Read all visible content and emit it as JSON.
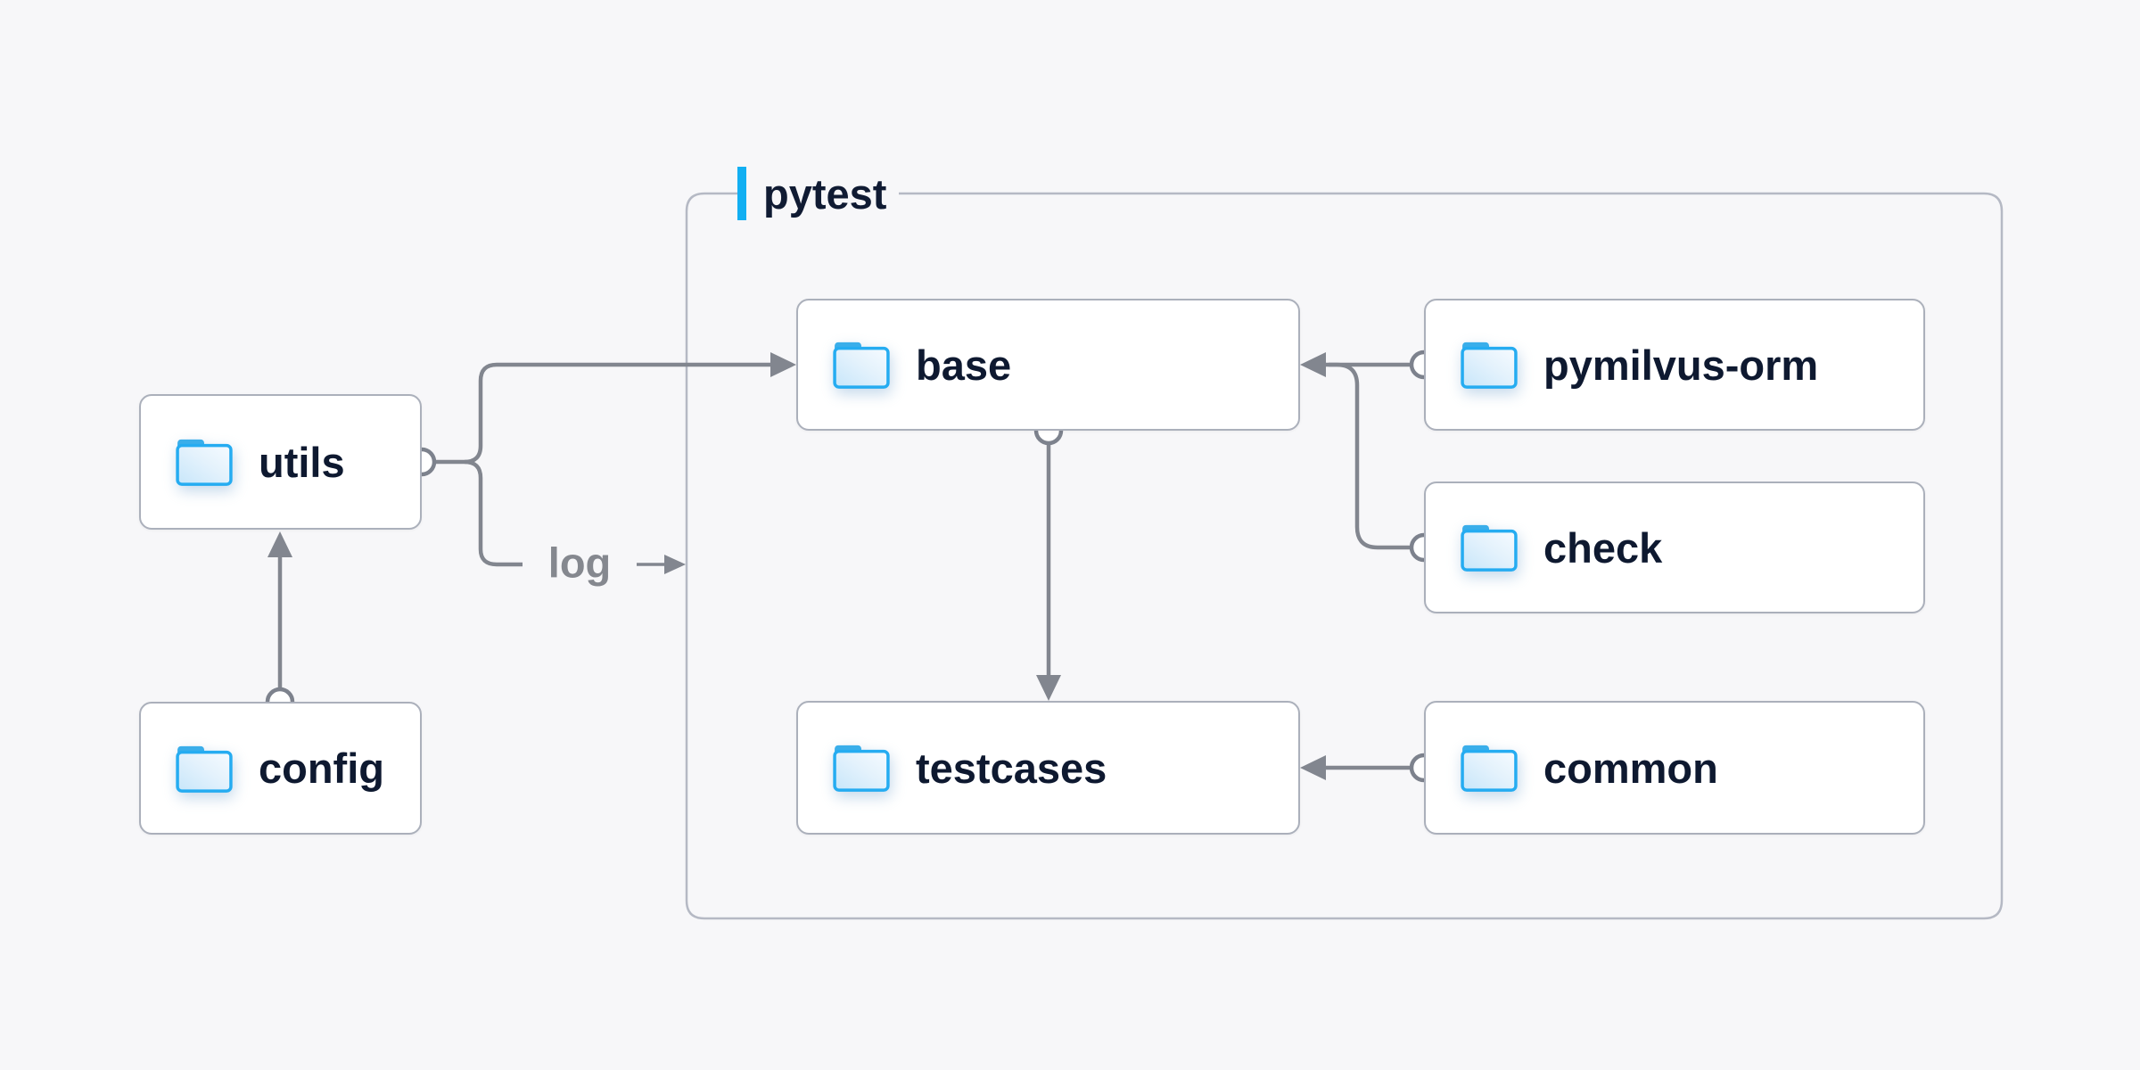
{
  "diagram": {
    "title_group": {
      "label": "pytest"
    },
    "nodes": [
      {
        "id": "utils",
        "label": "utils"
      },
      {
        "id": "config",
        "label": "config"
      },
      {
        "id": "base",
        "label": "base"
      },
      {
        "id": "pymilvus-orm",
        "label": "pymilvus-orm"
      },
      {
        "id": "check",
        "label": "check"
      },
      {
        "id": "testcases",
        "label": "testcases"
      },
      {
        "id": "common",
        "label": "common"
      }
    ],
    "edge_labels": {
      "log": "log"
    },
    "edges": [
      {
        "from": "utils",
        "to": "base"
      },
      {
        "from": "utils",
        "to": "pytest",
        "label": "log"
      },
      {
        "from": "config",
        "to": "utils"
      },
      {
        "from": "base",
        "to": "testcases"
      },
      {
        "from": "pymilvus-orm",
        "to": "base"
      },
      {
        "from": "check",
        "to": "base"
      },
      {
        "from": "common",
        "to": "testcases"
      }
    ],
    "colors": {
      "background": "#f7f7f9",
      "node_border": "#abb0bb",
      "group_border": "#b5b9c4",
      "wire_gray": "#82868f",
      "accent_blue": "#12aff2",
      "text_dark": "#0e1930",
      "folder_blue": "#25acf1"
    },
    "icons": {
      "node_icon": "folder-icon"
    }
  }
}
